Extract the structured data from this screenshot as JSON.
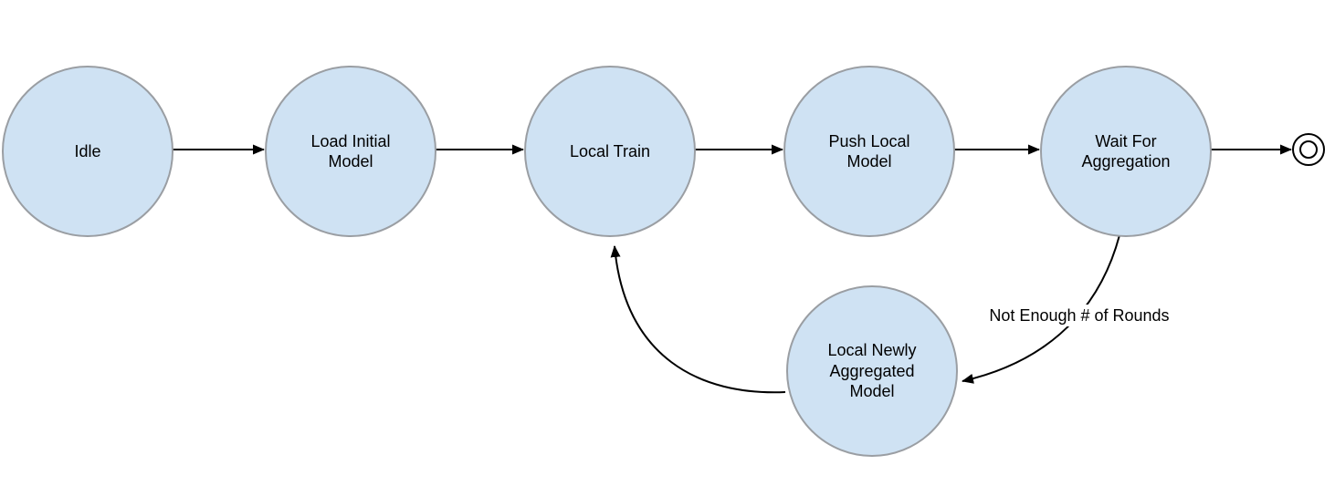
{
  "diagram": {
    "type": "state-machine-flow",
    "colors": {
      "background": "#ffffff",
      "node_fill": "#cfe2f3",
      "node_border": "#9a9ea3",
      "edge_stroke": "#000000",
      "text": "#000000"
    },
    "nodes": [
      {
        "id": "idle",
        "label": "Idle",
        "shape": "circle"
      },
      {
        "id": "load-initial-model",
        "label": "Load Initial Model",
        "shape": "circle"
      },
      {
        "id": "local-train",
        "label": "Local Train",
        "shape": "circle"
      },
      {
        "id": "push-local-model",
        "label": "Push Local Model",
        "shape": "circle"
      },
      {
        "id": "wait-for-aggregation",
        "label": "Wait For Aggregation",
        "shape": "circle"
      },
      {
        "id": "local-newly-aggregated-model",
        "label": "Local Newly Aggregated Model",
        "shape": "circle"
      },
      {
        "id": "final-state",
        "label": "",
        "shape": "double-circle-final-state"
      }
    ],
    "edges": [
      {
        "from": "idle",
        "to": "load-initial-model",
        "label": ""
      },
      {
        "from": "load-initial-model",
        "to": "local-train",
        "label": ""
      },
      {
        "from": "local-train",
        "to": "push-local-model",
        "label": ""
      },
      {
        "from": "push-local-model",
        "to": "wait-for-aggregation",
        "label": ""
      },
      {
        "from": "wait-for-aggregation",
        "to": "final-state",
        "label": ""
      },
      {
        "from": "wait-for-aggregation",
        "to": "local-newly-aggregated-model",
        "label": "Not Enough # of Rounds"
      },
      {
        "from": "local-newly-aggregated-model",
        "to": "local-train",
        "label": ""
      }
    ]
  }
}
